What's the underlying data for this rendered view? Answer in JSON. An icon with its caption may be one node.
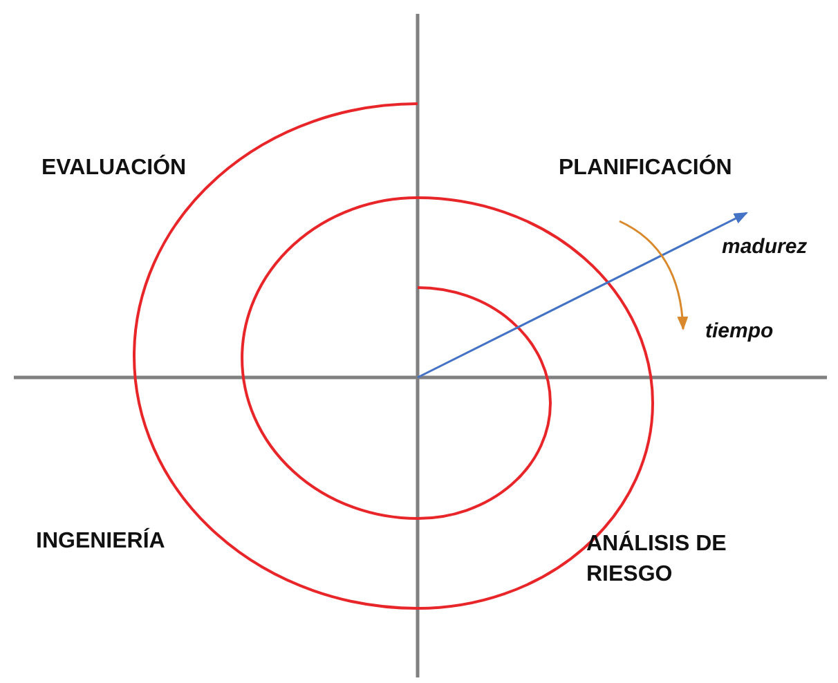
{
  "diagram": {
    "labels": [
      "EVALUACIÓN",
      "PLANIFICACIÓN",
      "madurez",
      "tiempo",
      "INGENIERÍA",
      "ANÁLISIS DE RIESGO"
    ]
  }
}
